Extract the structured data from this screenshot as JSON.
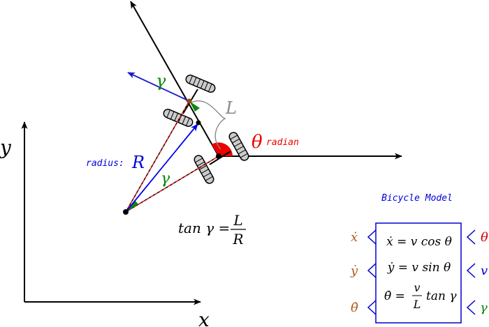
{
  "colors": {
    "heading": "#ff0000",
    "radius": "#0000dd",
    "steer": "#008800",
    "length": "#888888",
    "output": "#b05a1a",
    "wheel_fill": "#cccccc",
    "black": "#000000"
  },
  "axes": {
    "x_label": "x",
    "y_label": "y"
  },
  "vehicle": {
    "heading_symbol": "θ",
    "heading_unit": "radian",
    "radius_prefix": "radius:",
    "radius_symbol": "R",
    "steer_symbol": "γ",
    "length_symbol": "L"
  },
  "formula": {
    "lhs": "tan γ =",
    "num": "L",
    "den": "R"
  },
  "model": {
    "title": "Bicycle Model",
    "inputs": [
      "θ",
      "v",
      "γ"
    ],
    "outputs": [
      "ẋ",
      "ẏ",
      "θ̇"
    ],
    "eq1": "ẋ = v cos θ",
    "eq2": "ẏ = v sin θ",
    "eq3_lhs": "θ̇ =",
    "eq3_num": "v",
    "eq3_den": "L",
    "eq3_rhs": "tan γ"
  }
}
